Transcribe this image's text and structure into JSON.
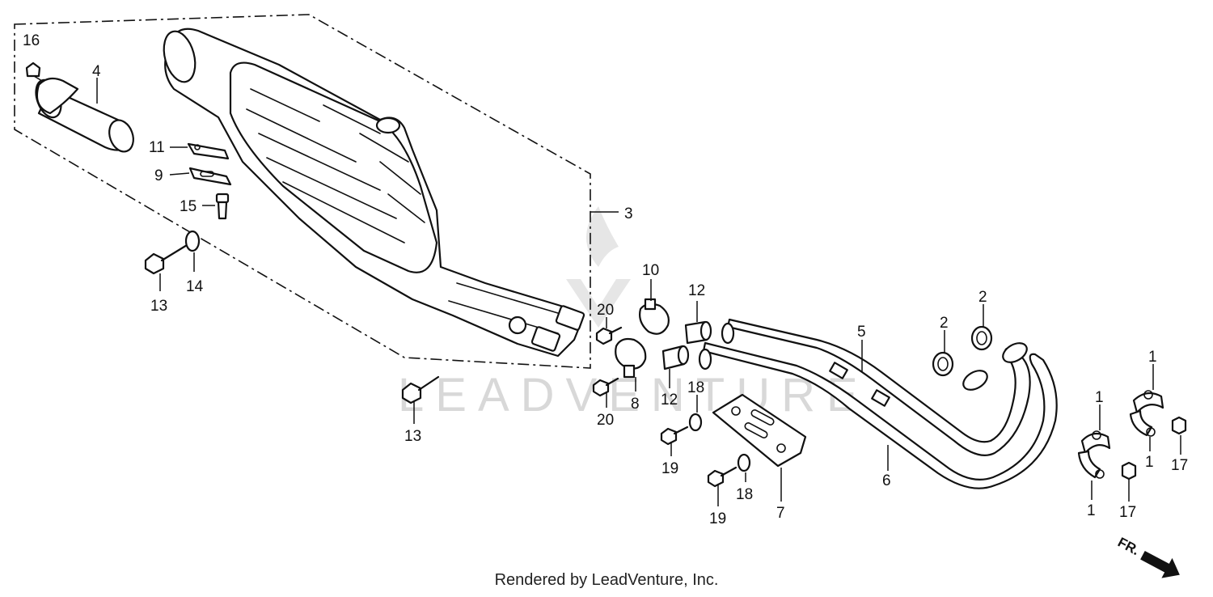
{
  "labels": {
    "p1a": "1",
    "p1b": "1",
    "p1c": "1",
    "p1d": "1",
    "p2a": "2",
    "p2b": "2",
    "p3": "3",
    "p4": "4",
    "p5": "5",
    "p6": "6",
    "p7": "7",
    "p8": "8",
    "p9": "9",
    "p10": "10",
    "p11": "11",
    "p12a": "12",
    "p12b": "12",
    "p13a": "13",
    "p13b": "13",
    "p14": "14",
    "p15": "15",
    "p16": "16",
    "p17a": "17",
    "p17b": "17",
    "p18a": "18",
    "p18b": "18",
    "p19a": "19",
    "p19b": "19",
    "p20a": "20",
    "p20b": "20"
  },
  "direction_label": "FR.",
  "watermark": "LEADVENTURE",
  "footer": "Rendered by LeadVenture, Inc."
}
